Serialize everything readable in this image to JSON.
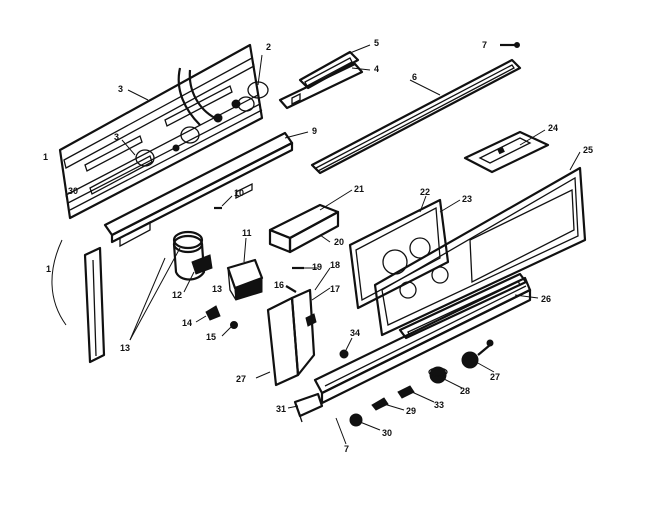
{
  "callouts": {
    "c1": "1",
    "c2": "2",
    "c3": "3",
    "c3b": "3",
    "c30a": "30",
    "c5": "5",
    "c4": "4",
    "c6": "6",
    "c7a": "7",
    "c9": "9",
    "c10": "10",
    "c21": "21",
    "c20": "20",
    "c22": "22",
    "c23": "23",
    "c24": "24",
    "c25": "25",
    "c26": "26",
    "c11": "11",
    "c19": "19",
    "c18": "18",
    "c16": "16",
    "c17": "17",
    "c12": "12",
    "c13a": "13",
    "c13b": "13",
    "c14": "14",
    "c15": "15",
    "c1b": "1",
    "c27a": "27",
    "c34": "34",
    "c28": "28",
    "c27b": "27",
    "c33": "33",
    "c29": "29",
    "c31": "31",
    "c30b": "30",
    "c7b": "7"
  }
}
